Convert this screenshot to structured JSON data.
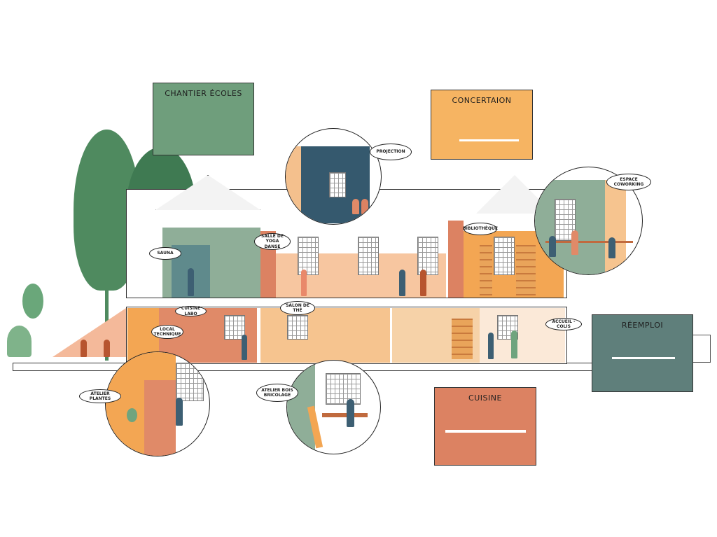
{
  "cards": {
    "chantier": {
      "title": "CHANTIER ÉCOLES",
      "color": "#6f9e7c"
    },
    "concertation": {
      "title": "CONCERTAION",
      "color": "#f6b462"
    },
    "reemploi": {
      "title": "RÉEMPLOI",
      "color": "#5f7f7b"
    },
    "cuisine": {
      "title": "CUISINE",
      "color": "#dc8262"
    }
  },
  "labels": {
    "projection": "PROJECTION",
    "coworking": "ESPACE COWORKING",
    "yoga": "SALLE DE YOGA DANSE",
    "sauna": "SAUNA",
    "bibliotheque": "BIBLIOTHÈQUE",
    "cuisine_labo": "CUISINE LABO",
    "local_technique": "LOCAL TECHNIQUE",
    "salon_the": "SALON DE THÉ",
    "accueil": "ACCUEIL - COLIS",
    "atelier_plantes": "ATELIER PLANTES",
    "atelier_bois": "ATELIER BOIS BRICOLAGE"
  }
}
